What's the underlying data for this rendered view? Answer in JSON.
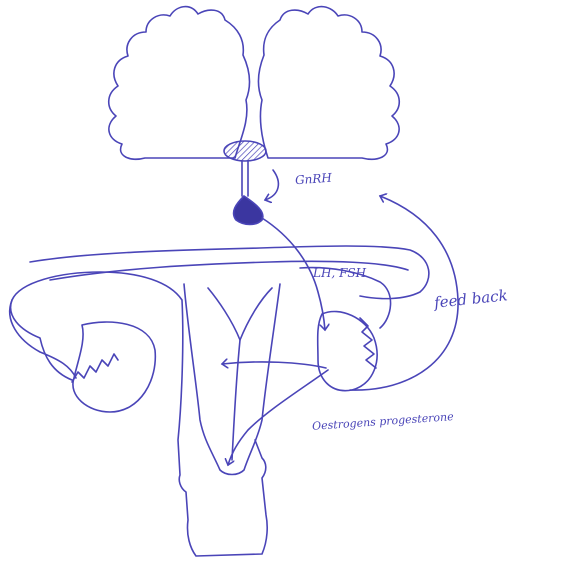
{
  "diagram": {
    "labels": {
      "gnrh": "GnRH",
      "lh_fsh": "LH, FSH",
      "feedback": "feed back",
      "hormones": "Oestrogens progesterone"
    },
    "colors": {
      "ink": "#4a45b8",
      "background": "#ffffff"
    }
  }
}
